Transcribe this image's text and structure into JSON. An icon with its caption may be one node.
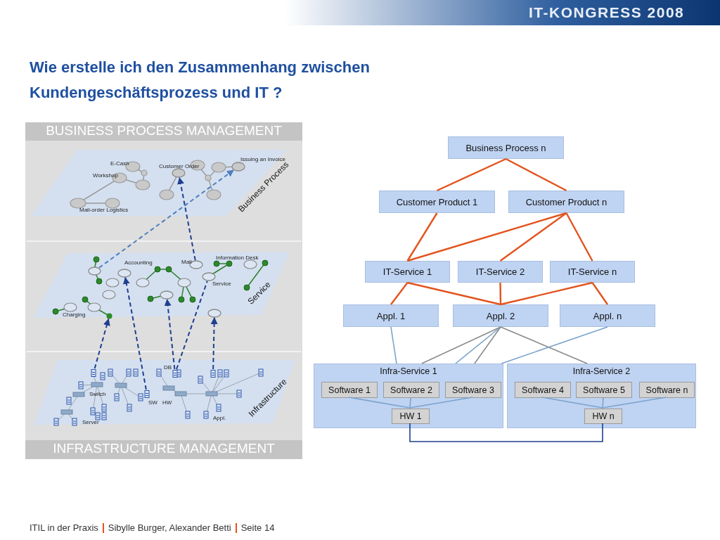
{
  "diagram": {
    "title": "Wie erstelle ich den Zusammenhang zwischen Kundengeschäftsprozess und IT ?",
    "nodes": [
      {
        "text": [
          "Business Process n"
        ]
      },
      {
        "text": [
          "Customer Product 1"
        ]
      },
      {
        "text": [
          "Customer Product n"
        ]
      },
      {
        "text": [
          "IT-Service 1"
        ]
      },
      {
        "text": [
          "IT-Service 2"
        ]
      },
      {
        "text": [
          "IT-Service n"
        ]
      },
      {
        "text": [
          "Appl. 1"
        ]
      },
      {
        "text": [
          "Appl. 2"
        ]
      },
      {
        "text": [
          "Appl. n"
        ]
      },
      {
        "text": [
          "Infra-Service 1"
        ]
      },
      {
        "text": [
          "Software 1"
        ],
        "in": 9
      },
      {
        "text": [
          "Software 2"
        ],
        "in": 9
      },
      {
        "text": [
          "Software 3"
        ],
        "in": 9
      },
      {
        "text": [
          "HW 1"
        ],
        "in": 9
      },
      {
        "text": [
          "Infra-Service 2"
        ]
      },
      {
        "text": [
          "Software 4"
        ],
        "in": 14
      },
      {
        "text": [
          "Software 5"
        ],
        "in": 14
      },
      {
        "text": [
          "Software n"
        ],
        "in": 14
      },
      {
        "text": [
          "HW n"
        ],
        "in": 14
      },
      {
        "text": [],
        "shape": "circle"
      },
      {
        "text": [],
        "shape": "circle"
      },
      {
        "text": [],
        "shape": "circle"
      },
      {
        "text": [],
        "shape": "circle"
      },
      {
        "text": [],
        "shape": "circle"
      },
      {
        "text": [],
        "shape": "circle"
      },
      {
        "text": [],
        "shape": "circle"
      },
      {
        "text": [],
        "shape": "circle"
      },
      {
        "text": [],
        "shape": "circle"
      },
      {
        "text": [],
        "shape": "picture"
      },
      {
        "text": [],
        "shape": "picture"
      },
      {
        "text": [],
        "shape": "picture"
      },
      {
        "text": [],
        "shape": "picture"
      }
    ],
    "edges": [
      {
        "from": 0,
        "to": 1,
        "arrow": "none"
      },
      {
        "from": 0,
        "to": 2,
        "arrow": "none"
      },
      {
        "from": 1,
        "to": 3,
        "arrow": "none"
      },
      {
        "from": 2,
        "to": 3,
        "arrow": "none"
      },
      {
        "from": 2,
        "to": 4,
        "arrow": "none"
      },
      {
        "from": 2,
        "to": 5,
        "arrow": "none"
      },
      {
        "from": 3,
        "to": 6,
        "arrow": "none"
      },
      {
        "from": 3,
        "to": 7,
        "arrow": "none"
      },
      {
        "from": 4,
        "to": 7,
        "arrow": "none"
      },
      {
        "from": 5,
        "to": 7,
        "arrow": "none"
      },
      {
        "from": 5,
        "to": 8,
        "arrow": "none"
      },
      {
        "from": 6,
        "to": 9,
        "arrow": "none",
        "color": "#7ba3cc"
      },
      {
        "from": 7,
        "to": 9,
        "arrow": "none",
        "color": "#8a8a8a"
      },
      {
        "from": 7,
        "to": 9,
        "arrow": "none",
        "color": "#7ba3cc"
      },
      {
        "from": 7,
        "to": 9,
        "arrow": "none",
        "color": "#8a8a8a"
      },
      {
        "from": 7,
        "to": 14,
        "arrow": "none",
        "color": "#8a8a8a"
      },
      {
        "from": 8,
        "to": 9,
        "arrow": "none",
        "color": "#7ba3cc"
      },
      {
        "from": 10,
        "to": 13,
        "arrow": "none",
        "color": "#7ba3cc"
      },
      {
        "from": 11,
        "to": 13,
        "arrow": "none",
        "color": "#7ba3cc"
      },
      {
        "from": 12,
        "to": 13,
        "arrow": "none",
        "color": "#7ba3cc"
      },
      {
        "from": 15,
        "to": 18,
        "arrow": "none",
        "color": "#7ba3cc"
      },
      {
        "from": 16,
        "to": 18,
        "arrow": "none",
        "color": "#7ba3cc"
      },
      {
        "from": 17,
        "to": 18,
        "arrow": "none",
        "color": "#7ba3cc"
      },
      {
        "from": 13,
        "to": 18,
        "arrow": "none",
        "color": "#1f3f8f"
      },
      {
        "from": 28,
        "to": 27,
        "arrow": "to",
        "style": "dashed",
        "color": "#1f3f8f"
      },
      {
        "from": 30,
        "to": 23,
        "arrow": "to",
        "style": "dashed",
        "color": "#1f3f8f"
      },
      {
        "from": 29,
        "to": 25,
        "arrow": "to",
        "style": "dashed",
        "color": "#1f3f8f"
      },
      {
        "from": 29,
        "to": 24,
        "arrow": "none",
        "style": "dashed",
        "color": "#1f3f8f"
      },
      {
        "from": 31,
        "to": 26,
        "arrow": "to",
        "style": "dashed",
        "color": "#1f3f8f"
      },
      {
        "from": 22,
        "to": 19,
        "arrow": "to",
        "style": "dashed",
        "color": "#1f3f8f"
      },
      {
        "from": 21,
        "to": 20,
        "arrow": "to",
        "style": "dashed",
        "color": "#4f7fbf"
      }
    ],
    "labels": [
      "IT-KONGRESS 2008",
      "BUSINESS PROCESS MANAGEMENT",
      "E-Cash",
      "Customer Order",
      "Issuing an Invoice",
      "Workshop",
      "Mail-order Logistics",
      "Business Process",
      "Information Desk",
      "Mail",
      "Accounting",
      "Service",
      "Service",
      "Charging",
      "DB",
      "Switch",
      "SW",
      "HW",
      "Server",
      "Appl.",
      "Infrastructure",
      "INFRASTRUCTURE MANAGEMENT",
      "ITIL in der Praxis",
      "Sibylle Burger, Alexander Betti",
      "Seite 14"
    ]
  }
}
